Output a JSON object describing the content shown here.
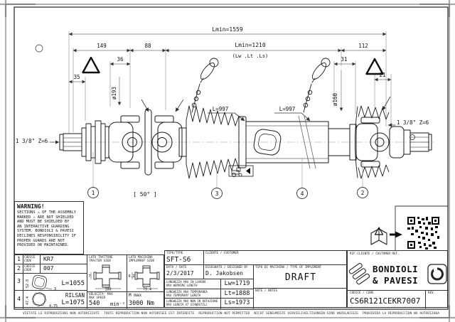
{
  "drawing": {
    "dim_lmin_total": "Lmin=1559",
    "dim_lmin_work": "Lmin=1210",
    "dim_lmin_sub": "(Lw .Lt .Ls)",
    "dim_149": "149",
    "dim_88": "88",
    "dim_36": "36",
    "dim_35": "35",
    "dim_d193": "ø193",
    "dim_112": "112",
    "dim_31": "31",
    "dim_21": "21",
    "dim_d160": "ø160",
    "label_l997_a": "L=997",
    "label_l997_b": "L=997",
    "angle_label": "[ 50° ]",
    "spline_left": "1 3/8\" Z=6",
    "spline_right": "1 3/8\" Z=6",
    "balloon_1": "1",
    "balloon_2": "2",
    "balloon_3": "3",
    "balloon_4": "4"
  },
  "warning": {
    "title": "WARNING!",
    "lines": [
      "SECTIONS ⚠ OF THE ASSEMBLY",
      "MARKED ⚠ ARE NOT SHIELDED",
      "AND MUST BE SHIELDED BY",
      "AN INTERACTIVE GUARDING",
      "SYSTEM. BONDIOLI & PAVESI",
      "DECLINES RESPONSIBILITY IF",
      "PROPER GUARDS ARE NOT",
      "PROVIDED OR MAINTAINED."
    ]
  },
  "parts": {
    "code_label_it": "CODICE",
    "code_label_en": "CODE",
    "row1_num": "1",
    "row1_value": "KR7",
    "row2_num": "2",
    "row2_value": "007",
    "row3_num": "3",
    "row3_value": "L=1055",
    "row3_dim_d": "52.8",
    "row3_dim_t": "3",
    "row4_num": "4",
    "row4_value": "RILSAN",
    "row4_value2": "L=1075",
    "row4_dim_d": "47.4",
    "row4_dim_t": "4.75"
  },
  "spec": {
    "tractor_label_it": "LATO TRATTORE",
    "tractor_label_en": "TRACTOR SIDE",
    "tractor_dim_v": "27",
    "tractor_dim_h": "100",
    "implement_label_it": "LATO MACCHINA",
    "implement_label_en": "IMPLEMENT SIDE",
    "implement_dim_v": "30.2",
    "implement_dim_h": "79.4",
    "speed_label_it": "VELOCITA' MAX",
    "speed_label_en": "MAX SPEED",
    "speed_value": "540",
    "speed_unit": "min⁻¹",
    "torque_label": "M max",
    "torque_value": "3000 Nm"
  },
  "title_block": {
    "type_label": "TIPO/TYPE",
    "type_value": "SFT-S6",
    "customer_label": "CLIENTE / CUSTOMER",
    "customer_value": "",
    "date_label": "DATA / DATE",
    "date_value": "2/3/2017",
    "designed_label": "DISEGNATO / DESIGNED BY",
    "designed_value": "D. Jakobsen",
    "implement_label": "TIPO DI MACCHINA / TYPE OF IMPLEMENT",
    "implement_value": "DRAFT",
    "len1_label_it": "LUNGHEZZA MAX IN LAVORO",
    "len1_label_en": "MAX WORKING LENGTH",
    "len1_value": "Lw=1719",
    "len2_label_it": "LUNGHEZZA MAX TEMPORANEA",
    "len2_label_en": "MAX TEMPORARY LENGTH",
    "len2_value": "Lt=1888",
    "len3_label_it": "LUNGHEZZA MAX NON IN ROTAZIONE",
    "len3_label_en": "MAX LENGTH AT STANDSTILL",
    "len3_value": "Ls=1973",
    "notes_label": "NOTE / NOTES",
    "notes_value": "",
    "customer_ref_label": "RIF.CLIENTE / CUSTOMER REF.",
    "code_label": "CODICE / CODE",
    "code_value": "CS6R121CEKR7007",
    "rev_label": "REV."
  },
  "brand": {
    "line1": "BONDIOLI",
    "line2": "& PAVESI"
  },
  "frame": {
    "footer_notices": [
      "VIETATE LE RIPRODUZIONI NON AUTORIZZATE",
      "TOUTE REPRODUCTION NON AUTORISEE EST INTERDITE",
      "REPRODUCTION NOT PERMITTED",
      "NICHT GENEHMIGTE VERVIELFAELTIGUNGEN SIND UNZULAESSIG",
      "PROHIBIDA LA REPRODUCCION NO AUTORIZADA"
    ]
  }
}
